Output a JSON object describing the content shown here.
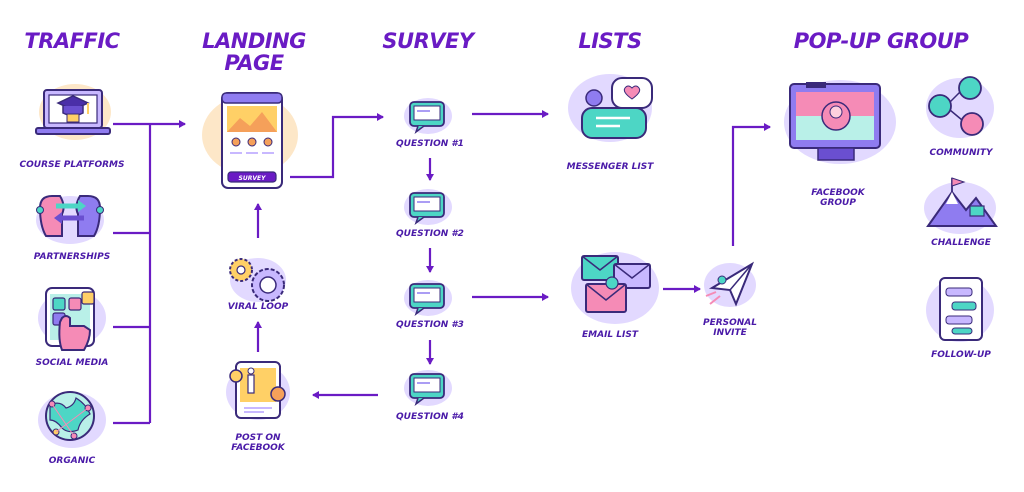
{
  "headers": {
    "traffic": "TRAFFIC",
    "landing_line1": "LANDING",
    "landing_line2": "PAGE",
    "survey": "SURVEY",
    "lists": "LISTS",
    "popup_group": "POP-UP GROUP"
  },
  "traffic_sources": {
    "course_platforms": "COURSE PLATFORMS",
    "partnerships": "PARTNERSHIPS",
    "social_media": "SOCIAL MEDIA",
    "organic": "ORGANIC"
  },
  "landing": {
    "survey_button": "SURVEY",
    "viral_loop": "VIRAL LOOP",
    "post_line1": "POST ON",
    "post_line2": "FACEBOOK"
  },
  "survey_questions": {
    "q1": "QUESTION #1",
    "q2": "QUESTION #2",
    "q3": "QUESTION #3",
    "q4": "QUESTION #4"
  },
  "lists": {
    "messenger": "MESSENGER LIST",
    "email": "EMAIL LIST",
    "invite_line1": "PERSONAL",
    "invite_line2": "INVITE"
  },
  "popup": {
    "fb_line1": "FACEBOOK",
    "fb_line2": "GROUP",
    "community": "COMMUNITY",
    "challenge": "CHALLENGE",
    "followup": "FOLLOW-UP"
  },
  "colors": {
    "accent": "#6a1bc4",
    "arrow": "#6a1bc4",
    "outline": "#3a2a7a",
    "pink": "#f58bb6",
    "teal": "#4dd6c5",
    "yellow": "#ffd066",
    "lavender": "#e2d9ff"
  }
}
